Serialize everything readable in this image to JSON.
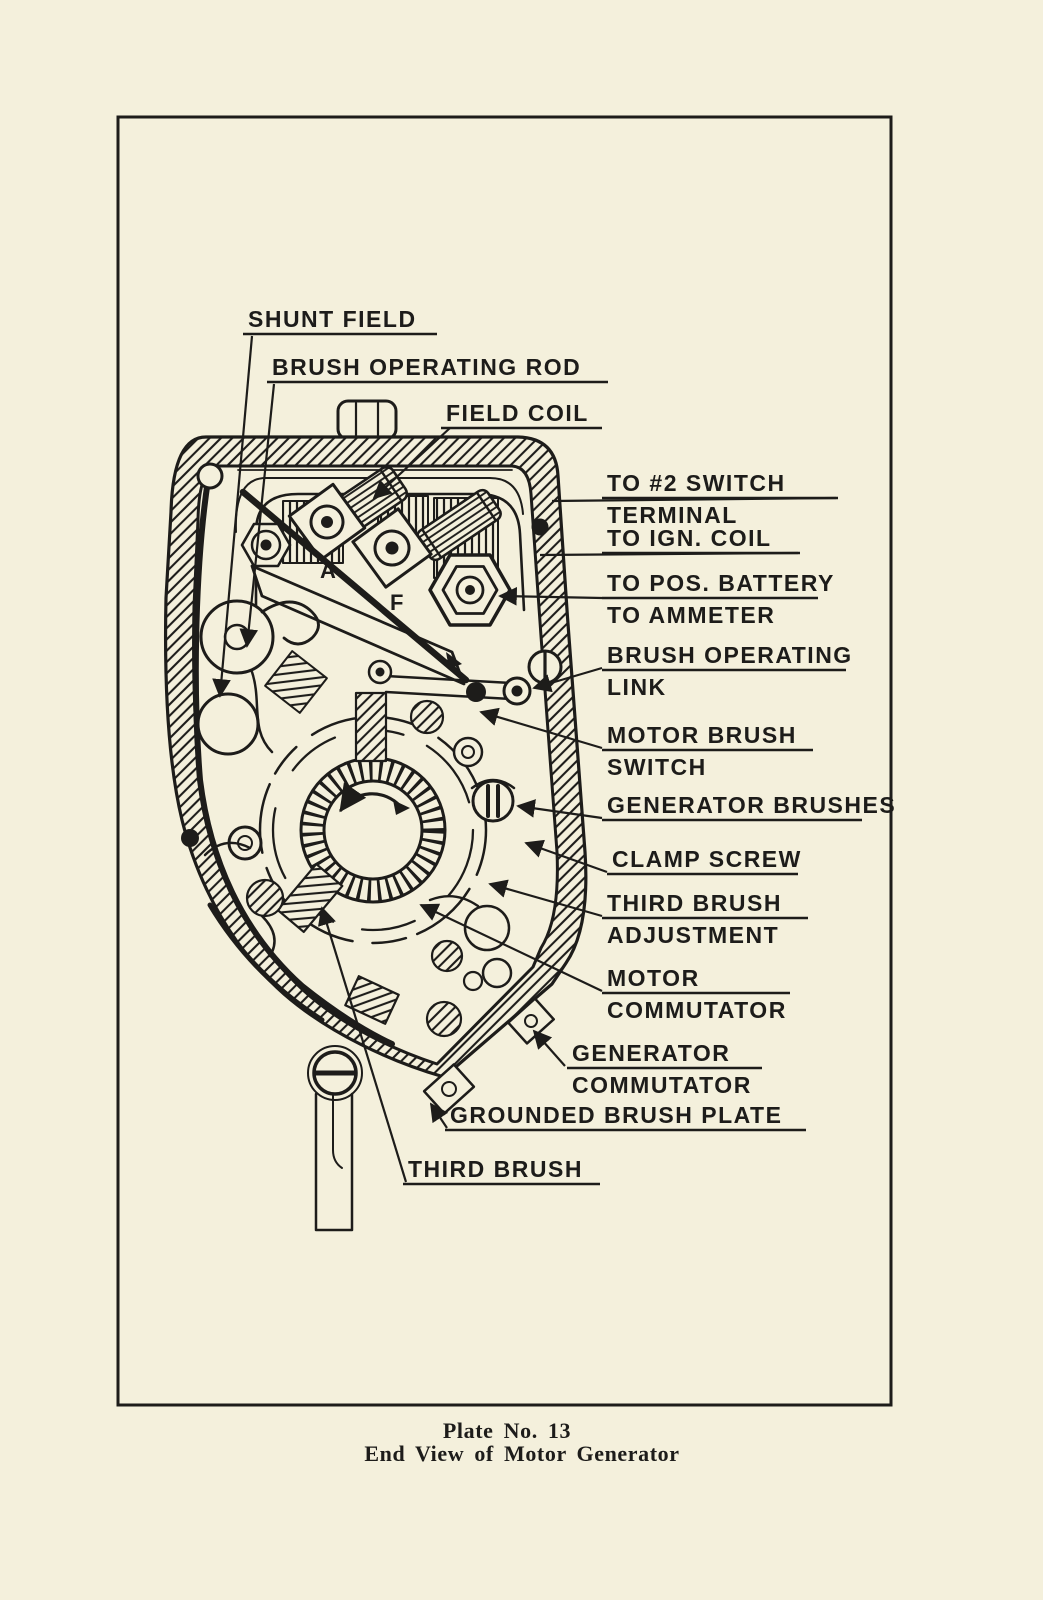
{
  "page": {
    "paper_color": "#f4f0dc",
    "ink_color": "#1d1c1a",
    "kind": "scanned technical plate"
  },
  "caption": {
    "line1": "Plate No. 13",
    "line2": "End View of Motor Generator"
  },
  "diagram_letters": {
    "a": "A",
    "f": "F"
  },
  "labels": {
    "shunt_field": {
      "line1": "SHUNT FIELD"
    },
    "brush_operating_rod": {
      "line1": "BRUSH OPERATING ROD"
    },
    "field_coil": {
      "line1": "FIELD COIL"
    },
    "to_switch_terminal": {
      "line1": "TO #2 SWITCH",
      "line2": "TERMINAL"
    },
    "to_ign_coil": {
      "line1": "TO IGN. COIL"
    },
    "to_pos_battery": {
      "line1": "TO POS. BATTERY",
      "line2": "TO AMMETER"
    },
    "brush_operating_link": {
      "line1": "BRUSH OPERATING",
      "line2": "LINK"
    },
    "motor_brush_switch": {
      "line1": "MOTOR BRUSH",
      "line2": "SWITCH"
    },
    "generator_brushes": {
      "line1": "GENERATOR BRUSHES"
    },
    "clamp_screw": {
      "line1": "CLAMP SCREW"
    },
    "third_brush_adjustment": {
      "line1": "THIRD BRUSH",
      "line2": "ADJUSTMENT"
    },
    "motor_commutator": {
      "line1": "MOTOR",
      "line2": "COMMUTATOR"
    },
    "generator_commutator": {
      "line1": "GENERATOR",
      "line2": "COMMUTATOR"
    },
    "grounded_brush_plate": {
      "line1": "GROUNDED BRUSH PLATE"
    },
    "third_brush": {
      "line1": "THIRD BRUSH"
    }
  }
}
